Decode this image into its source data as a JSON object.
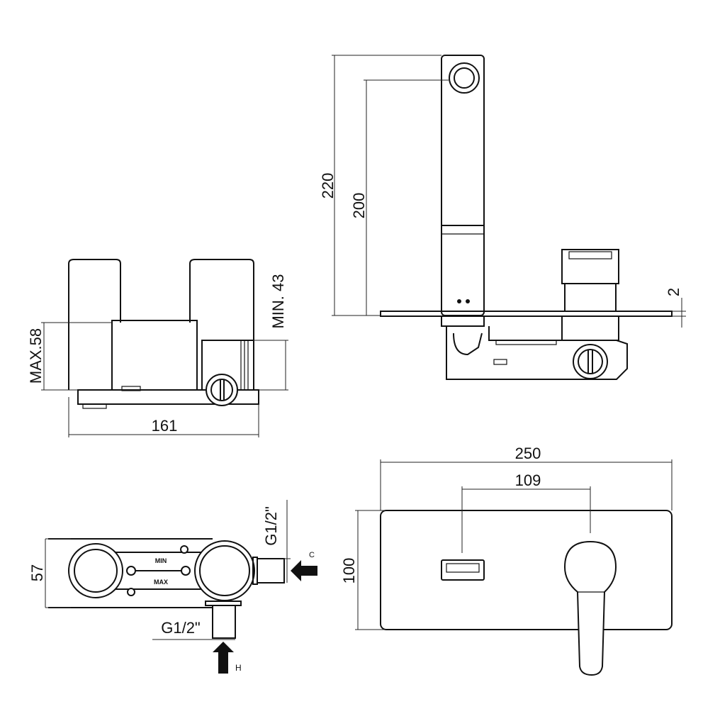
{
  "dimensions": {
    "overall_height": "220",
    "spout_height": "200",
    "plate_thickness": "2",
    "max_depth": "MAX.58",
    "min_depth": "MIN. 43",
    "body_width": "161",
    "box_height": "57",
    "inlet_thread_hot": "G1/2\"",
    "inlet_thread_cold": "G1/2\"",
    "plate_width": "250",
    "spout_to_handle": "109",
    "plate_height": "100"
  },
  "labels": {
    "cold": "C",
    "hot": "H",
    "min": "MIN",
    "max": "MAX"
  }
}
